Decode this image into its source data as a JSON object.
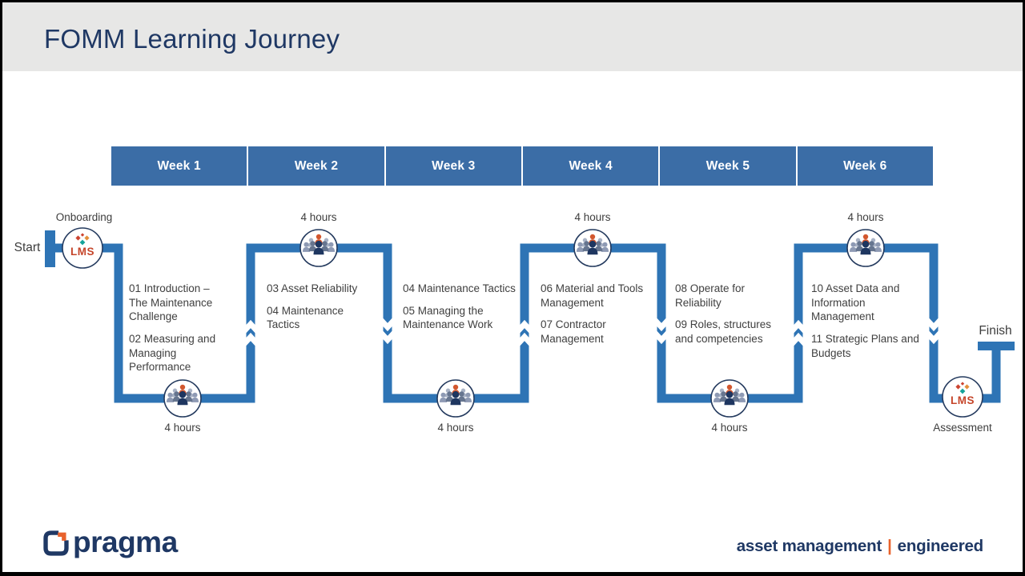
{
  "title": "FOMM Learning Journey",
  "weeks": [
    "Week 1",
    "Week 2",
    "Week 3",
    "Week 4",
    "Week 5",
    "Week 6"
  ],
  "journey": {
    "start": "Start",
    "finish": "Finish",
    "onboarding": "Onboarding",
    "assessment": "Assessment",
    "lms": "LMS",
    "hours": "4 hours"
  },
  "modules": [
    [
      "01 Introduction –\nThe Maintenance\nChallenge",
      "02 Measuring and\nManaging\nPerformance"
    ],
    [
      "03 Asset Reliability",
      "04 Maintenance\nTactics"
    ],
    [
      "04 Maintenance Tactics",
      "05 Managing the\nMaintenance Work"
    ],
    [
      "06 Material and Tools\nManagement",
      "07 Contractor\nManagement"
    ],
    [
      "08 Operate for\nReliability",
      "09 Roles, structures\nand competencies"
    ],
    [
      "10 Asset Data and\nInformation\nManagement",
      "11 Strategic Plans and\nBudgets"
    ]
  ],
  "footer": {
    "brand": "pragma",
    "tagline_left": "asset management",
    "tagline_separator": "|",
    "tagline_right": "engineered"
  },
  "colors": {
    "path_blue": "#2E74B5",
    "week_band_blue": "#3B6DA6",
    "navy": "#1F3864",
    "brand_orange": "#E8622C",
    "lms_red": "#C5452A",
    "crowd_orange": "#D2572E",
    "teal": "#14A39A",
    "header_gray": "#E7E7E6"
  }
}
